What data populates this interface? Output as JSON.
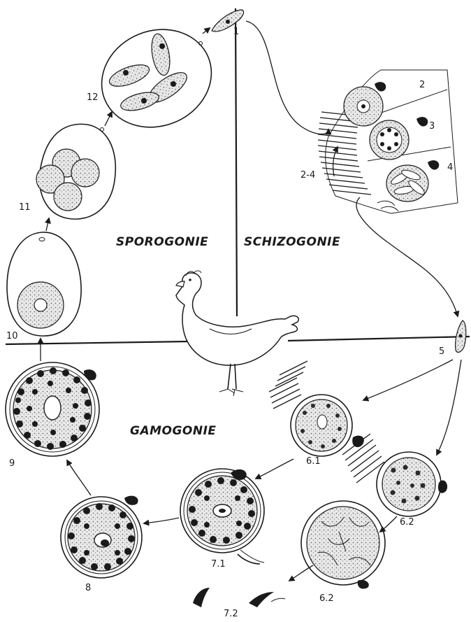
{
  "phases": {
    "sporogonie": "SPOROGONIE",
    "schizogonie": "SCHIZOGONIE",
    "gamogonie": "GAMOGONIE"
  },
  "stage_labels": {
    "s1": "1",
    "s2": "2",
    "s3": "3",
    "s4": "4",
    "s24": "2-4",
    "s5": "5",
    "s61": "6.1",
    "s62a": "6.2",
    "s62b": "6.2",
    "s71": "7.1",
    "s72": "7.2",
    "s8": "8",
    "s9": "9",
    "s10": "10",
    "s11": "11",
    "s12": "12"
  },
  "colors": {
    "ink": "#1a1a1a",
    "background": "#ffffff"
  }
}
